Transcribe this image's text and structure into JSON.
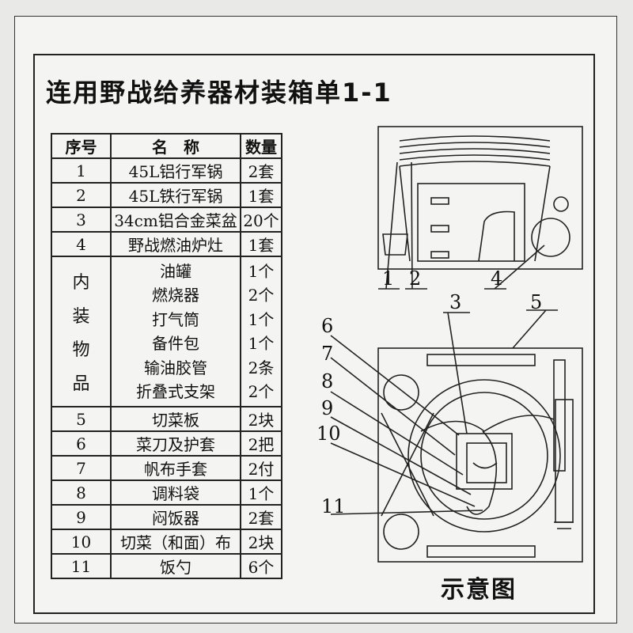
{
  "title": "连用野战给养器材装箱单1-1",
  "table": {
    "headers": [
      "序号",
      "名　称",
      "数量"
    ],
    "rows": [
      {
        "no": "1",
        "name": "45L铝行军锅",
        "qty": "2套"
      },
      {
        "no": "2",
        "name": "45L铁行军锅",
        "qty": "1套"
      },
      {
        "no": "3",
        "name": "34cm铝合金菜盆",
        "qty": "20个"
      },
      {
        "no": "4",
        "name": "野战燃油炉灶",
        "qty": "1套"
      }
    ],
    "inner_label": [
      "内",
      "装",
      "物",
      "品"
    ],
    "inner_items": [
      {
        "name": "油罐",
        "qty": "1个"
      },
      {
        "name": "燃烧器",
        "qty": "2个"
      },
      {
        "name": "打气筒",
        "qty": "1个"
      },
      {
        "name": "备件包",
        "qty": "1个"
      },
      {
        "name": "输油胶管",
        "qty": "2条"
      },
      {
        "name": "折叠式支架",
        "qty": "2个"
      }
    ],
    "rows2": [
      {
        "no": "5",
        "name": "切菜板",
        "qty": "2块"
      },
      {
        "no": "6",
        "name": "菜刀及护套",
        "qty": "2把"
      },
      {
        "no": "7",
        "name": "帆布手套",
        "qty": "2付"
      },
      {
        "no": "8",
        "name": "调料袋",
        "qty": "1个"
      },
      {
        "no": "9",
        "name": "闷饭器",
        "qty": "2套"
      },
      {
        "no": "10",
        "name": "切菜（和面）布",
        "qty": "2块"
      },
      {
        "no": "11",
        "name": "饭勺",
        "qty": "6个"
      }
    ]
  },
  "diagram": {
    "labels": [
      "1",
      "2",
      "3",
      "4",
      "5",
      "6",
      "7",
      "8",
      "9",
      "10",
      "11"
    ]
  },
  "caption": "示意图"
}
